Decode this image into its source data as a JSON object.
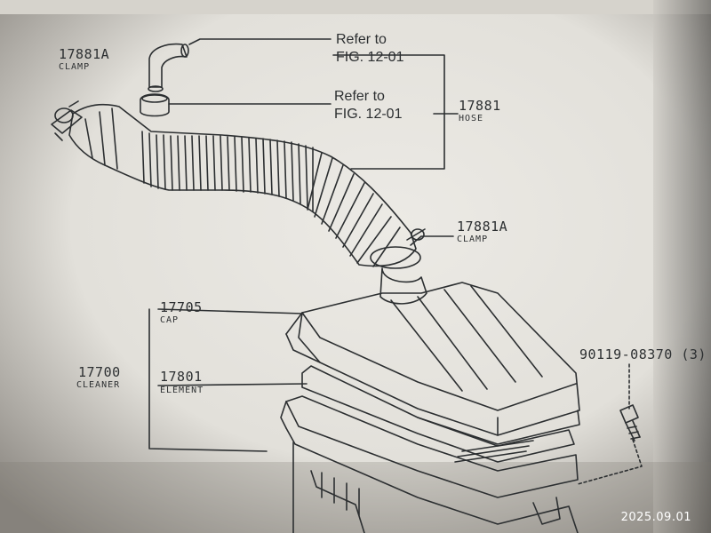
{
  "labels": {
    "clamp_top_num": "17881A",
    "clamp_top_name": "CLAMP",
    "refer1_line1": "Refer to",
    "refer1_line2": "FIG. 12-01",
    "refer2_line1": "Refer to",
    "refer2_line2": "FIG. 12-01",
    "hose_num": "17881",
    "hose_name": "HOSE",
    "clamp_mid_num": "17881A",
    "clamp_mid_name": "CLAMP",
    "cap_num": "17705",
    "cap_name": "CAP",
    "cleaner_num": "17700",
    "cleaner_name": "CLEANER",
    "element_num": "17801",
    "element_name": "ELEMENT",
    "bolt_num": "90119-08370 (3)"
  },
  "photo": {
    "date_stamp": "2025.09.01",
    "stamp_color": "#ffffff"
  },
  "colors": {
    "ink": "#2c2f31",
    "paper": "#e6e4de",
    "vignette": "#5e5a55"
  },
  "icons": [
    "clamp-icon",
    "hose-icon",
    "elbow-pipe-icon",
    "air-cleaner-cap-icon",
    "filter-element-icon",
    "air-cleaner-case-icon",
    "bolt-icon"
  ]
}
